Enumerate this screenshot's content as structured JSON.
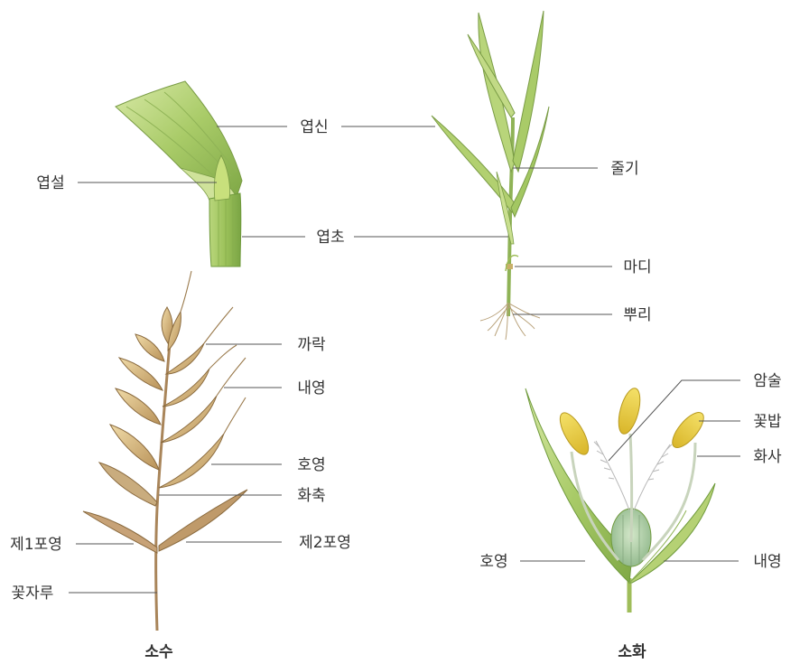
{
  "colors": {
    "leaf_light": "#c9df8f",
    "leaf_mid": "#9fc35c",
    "leaf_dark": "#6f9a3c",
    "spike_tan": "#d9c08a",
    "spike_dark": "#9a7a4c",
    "anther_yellow": "#ecd33a",
    "label_text": "#333333",
    "leader_line": "#555555"
  },
  "icons": {
    "leaf_sheath": "leaf-sheath-illustration",
    "whole_plant": "grass-plant-illustration",
    "spikelet": "spikelet-illustration",
    "floret": "floret-illustration"
  },
  "leaf_section": {
    "labels": {
      "blade": "엽신",
      "ligule": "엽설",
      "sheath": "엽초"
    }
  },
  "plant_section": {
    "labels": {
      "stem": "줄기",
      "node": "마디",
      "root": "뿌리"
    }
  },
  "spikelet_section": {
    "caption": "소수",
    "labels": {
      "awn": "까락",
      "palea": "내영",
      "lemma": "호영",
      "rachilla": "화축",
      "glume1": "제1포영",
      "glume2": "제2포영",
      "pedicel": "꽃자루"
    }
  },
  "floret_section": {
    "caption": "소화",
    "labels": {
      "stigma": "암술",
      "anther": "꽃밥",
      "filament": "화사",
      "lemma": "호영",
      "palea": "내영"
    }
  }
}
